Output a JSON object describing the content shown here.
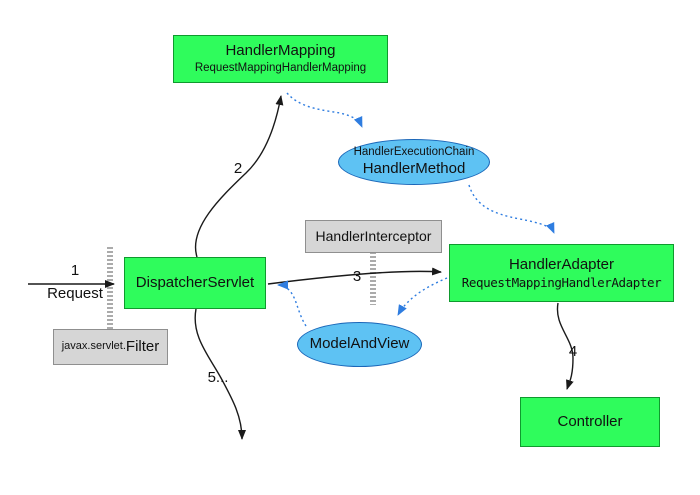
{
  "nodes": {
    "handler_mapping": {
      "title": "HandlerMapping",
      "subtitle": "RequestMappingHandlerMapping"
    },
    "handler_execution_chain": {
      "line1": "HandlerExecutionChain",
      "line2": "HandlerMethod"
    },
    "handler_interceptor": {
      "label": "HandlerInterceptor"
    },
    "dispatcher_servlet": {
      "label": "DispatcherServlet"
    },
    "handler_adapter": {
      "title": "HandlerAdapter",
      "subtitle": "RequestMappingHandlerAdapter"
    },
    "model_and_view": {
      "label": "ModelAndView"
    },
    "servlet_filter": {
      "prefix": "javax.servlet.",
      "name": "Filter"
    },
    "controller": {
      "label": "Controller"
    }
  },
  "edge_labels": {
    "step1": "1",
    "request": "Request",
    "step2": "2",
    "step3": "3",
    "step4": "4",
    "step5": "5..."
  },
  "colors": {
    "node_green_fill": "#2ffc5c",
    "node_green_border": "#0f9a2e",
    "node_blue_fill": "#5ec2f3",
    "node_blue_border": "#1a66b8",
    "node_gray_fill": "#d6d6d6",
    "node_gray_border": "#8f8f8f",
    "arrow_black": "#1a1a1a",
    "arrow_blue_dotted": "#2f7de0",
    "filter_bar_gray": "#ababab"
  }
}
